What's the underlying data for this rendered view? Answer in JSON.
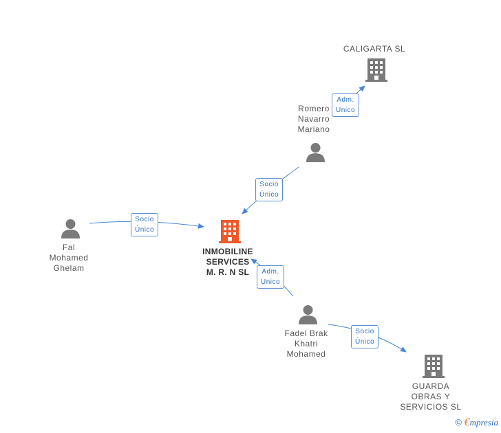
{
  "colors": {
    "edge": "#4a86d6",
    "person": "#7a7a7a",
    "company": "#7a7a7a",
    "main_company": "#f0582a"
  },
  "nodes": {
    "caligarta": {
      "lines": [
        "CALIGARTA SL"
      ],
      "icon": "building-icon"
    },
    "romero": {
      "lines": [
        "Romero",
        "Navarro",
        "Mariano"
      ],
      "icon": "person-icon"
    },
    "fal": {
      "lines": [
        "Fal",
        "Mohamed",
        "Ghelam"
      ],
      "icon": "person-icon"
    },
    "inmobiline": {
      "lines": [
        "INMOBILINE",
        "SERVICES",
        "M. R. N SL"
      ],
      "icon": "building-icon"
    },
    "fadel": {
      "lines": [
        "Fadel Brak",
        "Khatri",
        "Mohamed"
      ],
      "icon": "person-icon"
    },
    "guarda": {
      "lines": [
        "GUARDA",
        "OBRAS Y",
        "SERVICIOS SL"
      ],
      "icon": "building-icon"
    }
  },
  "edges": {
    "romero_caligarta": [
      "Adm.",
      "Unico"
    ],
    "romero_inmobiline": [
      "Socio",
      "Único"
    ],
    "fal_inmobiline": [
      "Socio",
      "Único"
    ],
    "fadel_inmobiline": [
      "Adm.",
      "Unico"
    ],
    "fadel_guarda": [
      "Socio",
      "Único"
    ]
  },
  "footer": {
    "copyright": "©",
    "brand_e": "€",
    "brand_rest": "mpresia"
  }
}
